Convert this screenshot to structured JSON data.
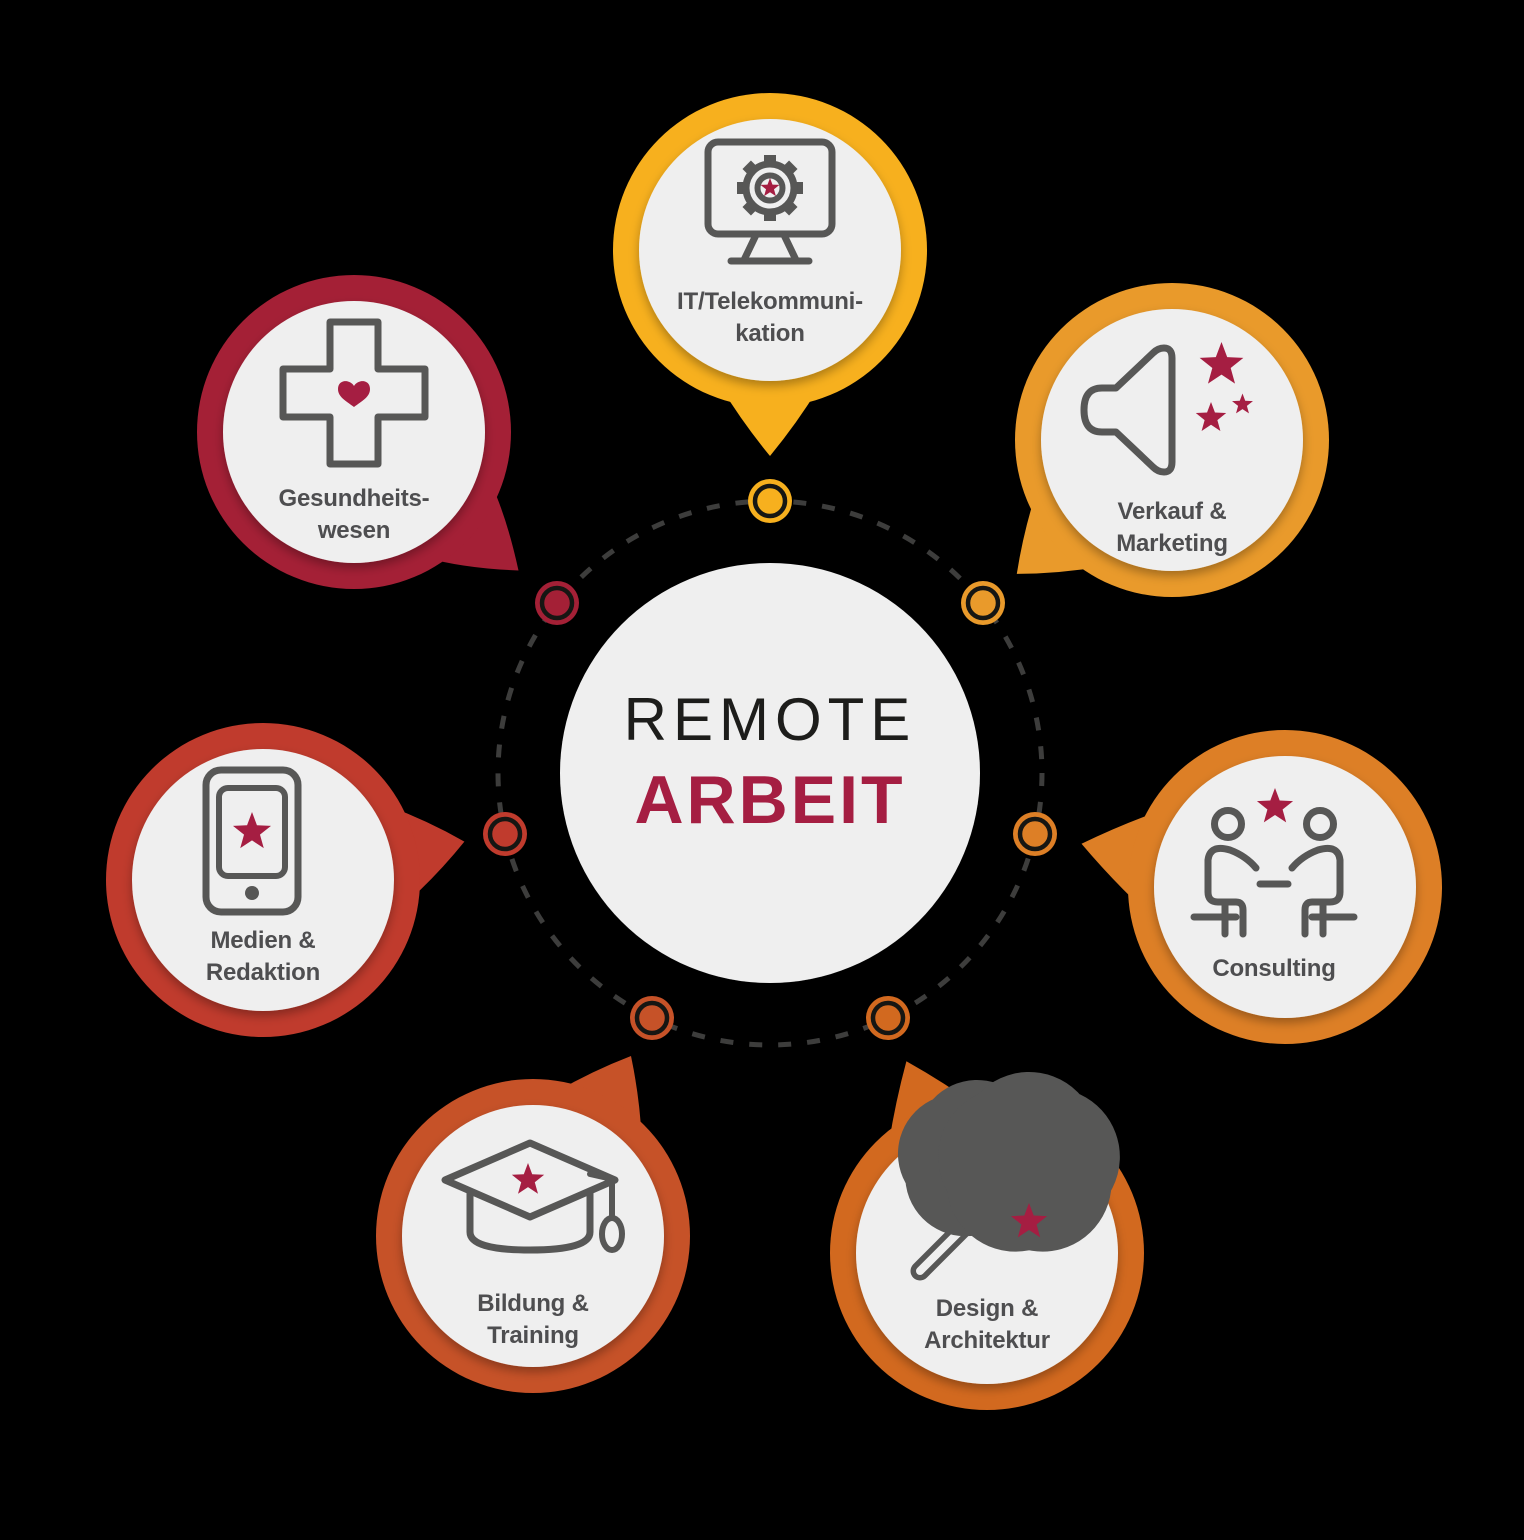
{
  "title": "Remote Arbeit Branchen Infografik",
  "center": {
    "line1": "REMOTE",
    "line2": "ARBEIT",
    "line1_color": "#1d1d1b",
    "line2_color": "#a51e42",
    "circle_fill": "#efefef"
  },
  "connector": {
    "dash_color": "#3d3d3c",
    "node_ring_color": "#161613"
  },
  "accent_star_color": "#a51e42",
  "icon_stroke_color": "#575756",
  "label_color": "#4e4e50",
  "background_color": "#000000",
  "satellites": [
    {
      "id": "it-telekommunikation",
      "label_line1": "IT/Telekommuni-",
      "label_line2": "kation",
      "ring_color": "#f7b01e",
      "icon": "monitor-gear-icon"
    },
    {
      "id": "verkauf-marketing",
      "label_line1": "Verkauf &",
      "label_line2": "Marketing",
      "ring_color": "#e99a2b",
      "icon": "megaphone-stars-icon"
    },
    {
      "id": "consulting",
      "label_line1": "Consulting",
      "label_line2": "",
      "ring_color": "#dd7f26",
      "icon": "meeting-icon"
    },
    {
      "id": "design-architektur",
      "label_line1": "Design &",
      "label_line2": "Architektur",
      "ring_color": "#d2691f",
      "icon": "magic-wand-icon"
    },
    {
      "id": "bildung-training",
      "label_line1": "Bildung &",
      "label_line2": "Training",
      "ring_color": "#c65228",
      "icon": "graduation-cap-icon"
    },
    {
      "id": "medien-redaktion",
      "label_line1": "Medien &",
      "label_line2": "Redaktion",
      "ring_color": "#c03b2d",
      "icon": "smartphone-icon"
    },
    {
      "id": "gesundheitswesen",
      "label_line1": "Gesundheits-",
      "label_line2": "wesen",
      "ring_color": "#a42036",
      "icon": "medical-cross-icon"
    }
  ]
}
